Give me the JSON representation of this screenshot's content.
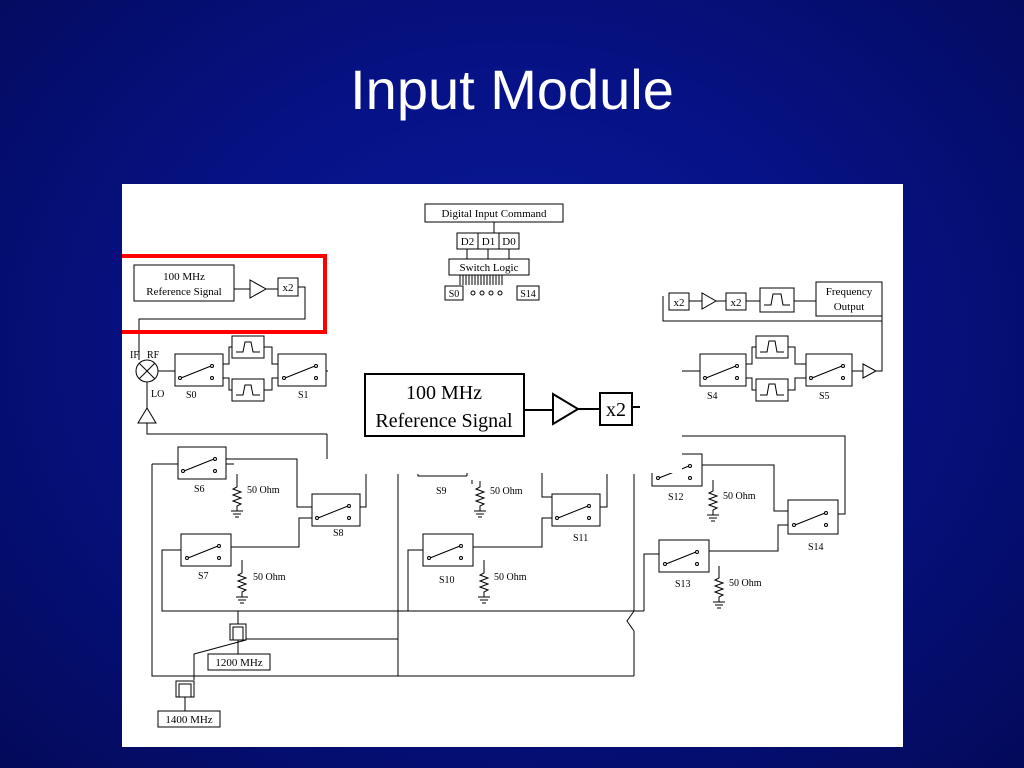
{
  "slide": {
    "title": "Input Module"
  },
  "colors": {
    "background": "#061286",
    "panel": "#ffffff",
    "highlight": "#ff0000",
    "line": "#000000"
  },
  "diagram": {
    "command": {
      "title": "Digital Input Command",
      "bits": [
        "D2",
        "D1",
        "D0"
      ],
      "logic": "Switch Logic",
      "outputs_first": "S0",
      "outputs_last": "S14"
    },
    "reference": {
      "line1": "100 MHz",
      "line2": "Reference Signal",
      "doubler": "x2"
    },
    "mixer": {
      "if": "IF",
      "rf": "RF",
      "lo": "LO"
    },
    "switches": [
      "S0",
      "S1",
      "S4",
      "S5",
      "S6",
      "S7",
      "S8",
      "S9",
      "S10",
      "S11",
      "S12",
      "S13",
      "S14"
    ],
    "load": "50 Ohm",
    "output_chain": {
      "doubler_a": "x2",
      "doubler_b": "x2",
      "freq_line1": "Frequency",
      "freq_line2": "Output"
    },
    "combiners": [
      "1200 MHz",
      "1400 MHz"
    ],
    "zoom_callout": {
      "line1": "100 MHz",
      "line2": "Reference Signal",
      "doubler": "x2"
    }
  }
}
